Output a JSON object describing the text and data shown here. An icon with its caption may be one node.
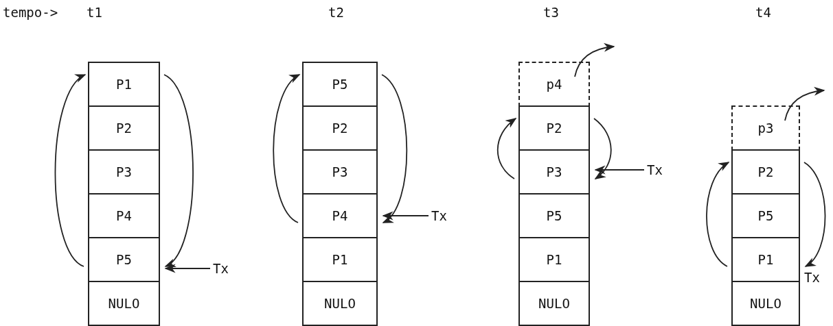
{
  "diagram": {
    "nodes": [
      {
        "text": [
          "P1"
        ]
      },
      {
        "text": [
          "P2"
        ]
      },
      {
        "text": [
          "P3"
        ]
      },
      {
        "text": [
          "P4"
        ]
      },
      {
        "text": [
          "P5"
        ]
      },
      {
        "text": [
          "NULO"
        ]
      },
      {
        "text": [
          "Tx"
        ]
      },
      {
        "text": [
          "P5"
        ]
      },
      {
        "text": [
          "P2"
        ]
      },
      {
        "text": [
          "P3"
        ]
      },
      {
        "text": [
          "P4"
        ]
      },
      {
        "text": [
          "P1"
        ]
      },
      {
        "text": [
          "NULO"
        ]
      },
      {
        "text": [
          "Tx"
        ]
      },
      {
        "text": [
          "p4"
        ]
      },
      {
        "text": [
          "P2"
        ]
      },
      {
        "text": [
          "P3"
        ]
      },
      {
        "text": [
          "P5"
        ]
      },
      {
        "text": [
          "P1"
        ]
      },
      {
        "text": [
          "NULO"
        ]
      },
      {
        "text": [
          "Tx"
        ]
      },
      {
        "text": [
          "p3"
        ]
      },
      {
        "text": [
          "P2"
        ]
      },
      {
        "text": [
          "P5"
        ]
      },
      {
        "text": [
          "P1"
        ],
        "beside": [
          "Tx"
        ]
      },
      {
        "text": [
          "NULO"
        ]
      }
    ],
    "edges": [
      {
        "from": 4,
        "to": 0,
        "arrow": "to"
      },
      {
        "from": 0,
        "to": 4,
        "arrow": "to"
      },
      {
        "from": 6,
        "to": 4,
        "arrow": "to"
      },
      {
        "from": 10,
        "to": 7,
        "arrow": "to"
      },
      {
        "from": 7,
        "to": 10,
        "arrow": "to"
      },
      {
        "from": 13,
        "to": 10,
        "arrow": "to"
      },
      {
        "from": 14,
        "to": null,
        "arrow": "to"
      },
      {
        "from": 16,
        "to": 15,
        "arrow": "to"
      },
      {
        "from": 15,
        "to": 16,
        "arrow": "to"
      },
      {
        "from": 20,
        "to": 16,
        "arrow": "to"
      },
      {
        "from": 21,
        "to": null,
        "arrow": "to"
      },
      {
        "from": 24,
        "to": 22,
        "arrow": "to"
      },
      {
        "from": 22,
        "to": 24,
        "arrow": "to"
      }
    ],
    "labels": [
      "tempo->",
      "t1",
      "t2",
      "t3",
      "t4"
    ]
  }
}
